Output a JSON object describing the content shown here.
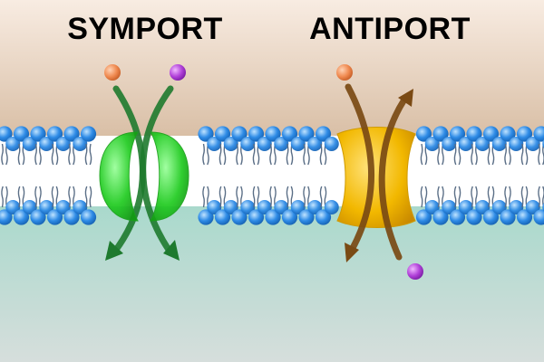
{
  "titles": {
    "symport": "SYMPORT",
    "antiport": "ANTIPORT"
  },
  "colors": {
    "extracellular_top": "#F8ECE2",
    "extracellular_bottom": "#D9BFA6",
    "intracellular_top": "#A9D9CC",
    "intracellular_bottom": "#D6DEDC",
    "lipid_head": "#2E8BE6",
    "lipid_tail": "#5A6E86",
    "symporter_protein": "#22CC22",
    "symporter_arrow": "#1E7A2E",
    "antiporter_protein": "#F2B800",
    "antiporter_arrow": "#7A4A14",
    "solute_orange": "#F08A50",
    "solute_purple": "#B040D8"
  },
  "icons": {
    "solute_a": "orange-sphere",
    "solute_b": "purple-sphere"
  }
}
